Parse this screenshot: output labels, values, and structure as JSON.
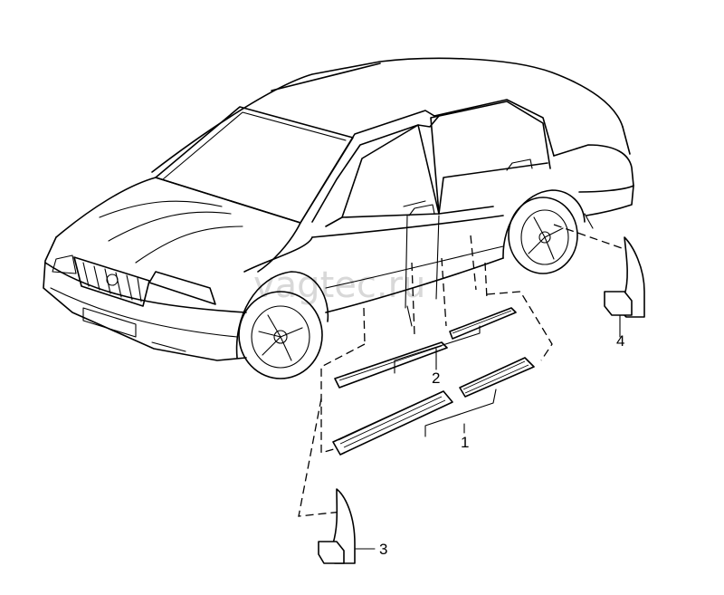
{
  "watermark": "vagtec.ru",
  "callouts": {
    "p1": "1",
    "p2": "2",
    "p3": "3",
    "p4": "4"
  }
}
